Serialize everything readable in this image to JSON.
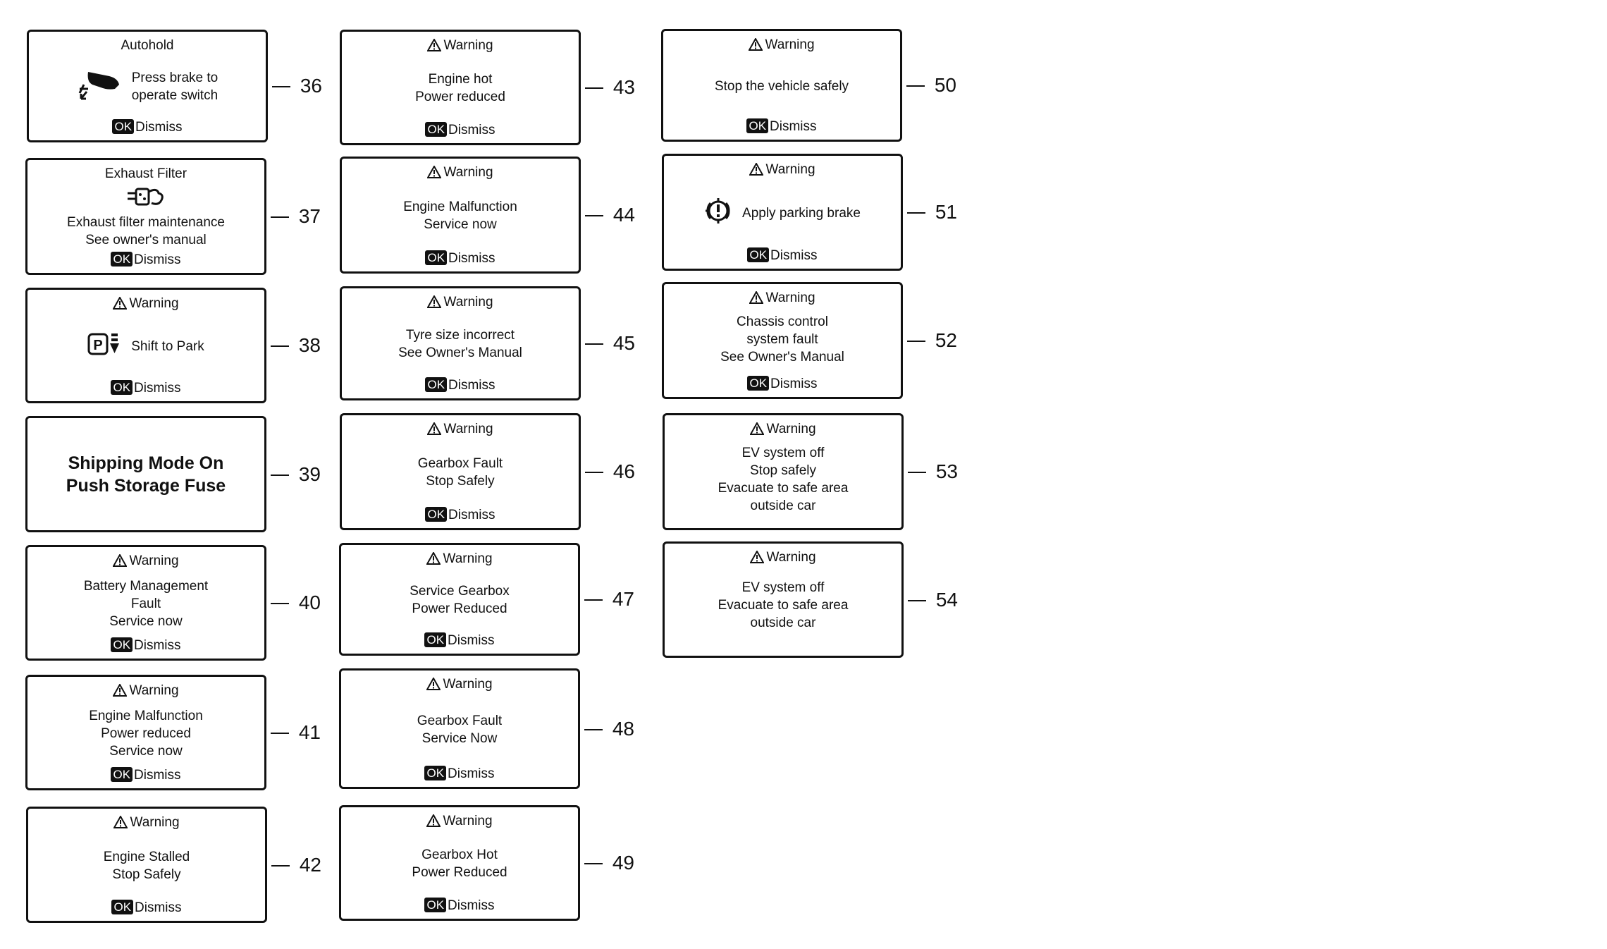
{
  "common": {
    "ok_label": "OK",
    "dismiss_label": "Dismiss",
    "warning_label": "Warning"
  },
  "panels": [
    {
      "id": "36",
      "header": "Autohold",
      "lines": [
        "Press brake to",
        "operate switch"
      ]
    },
    {
      "id": "37",
      "header": "Exhaust Filter",
      "lines": [
        "Exhaust filter maintenance",
        "See owner's manual"
      ]
    },
    {
      "id": "38",
      "lines": [
        "Shift to Park"
      ]
    },
    {
      "id": "39",
      "lines": [
        "Shipping Mode On",
        "Push Storage Fuse"
      ]
    },
    {
      "id": "40",
      "lines": [
        "Battery Management",
        "Fault",
        "Service now"
      ]
    },
    {
      "id": "41",
      "lines": [
        "Engine Malfunction",
        "Power reduced",
        "Service now"
      ]
    },
    {
      "id": "42",
      "lines": [
        "Engine Stalled",
        "Stop Safely"
      ]
    },
    {
      "id": "43",
      "lines": [
        "Engine hot",
        "Power reduced"
      ]
    },
    {
      "id": "44",
      "lines": [
        "Engine Malfunction",
        "Service now"
      ]
    },
    {
      "id": "45",
      "lines": [
        "Tyre size incorrect",
        "See Owner's Manual"
      ]
    },
    {
      "id": "46",
      "lines": [
        "Gearbox Fault",
        "Stop Safely"
      ]
    },
    {
      "id": "47",
      "lines": [
        "Service Gearbox",
        "Power Reduced"
      ]
    },
    {
      "id": "48",
      "lines": [
        "Gearbox Fault",
        "Service Now"
      ]
    },
    {
      "id": "49",
      "lines": [
        "Gearbox Hot",
        "Power Reduced"
      ]
    },
    {
      "id": "50",
      "lines": [
        "Stop the vehicle safely"
      ]
    },
    {
      "id": "51",
      "lines": [
        "Apply parking brake"
      ]
    },
    {
      "id": "52",
      "lines": [
        "Chassis control",
        "system fault",
        "See Owner's Manual"
      ]
    },
    {
      "id": "53",
      "lines": [
        "EV system off",
        "Stop safely",
        "Evacuate to safe area",
        "outside car"
      ]
    },
    {
      "id": "54",
      "lines": [
        "EV system off",
        "Evacuate to safe area",
        "outside car"
      ]
    }
  ]
}
